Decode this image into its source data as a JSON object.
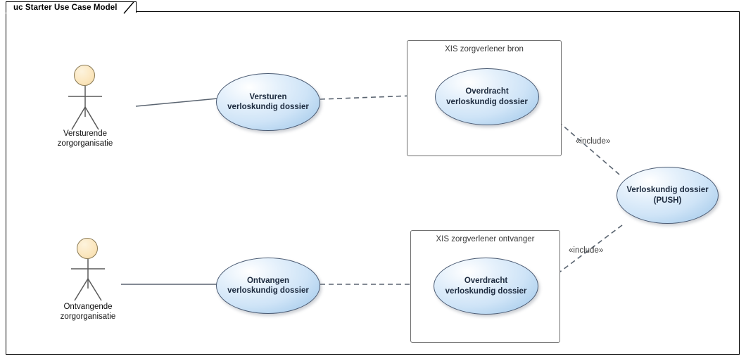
{
  "diagram": {
    "frame_title": "uc Starter Use Case Model",
    "frame_kind": "uc",
    "background_color": "#ffffff",
    "frame_border_color": "#000000"
  },
  "colors": {
    "usecase_fill_light": "#e4f0fb",
    "usecase_fill_deep": "#9cc4e7",
    "usecase_border": "#4a5a72",
    "actor_head_fill": "#fbe6bd",
    "actor_head_border": "#8a7a55",
    "boundary_border": "#6f6f6f",
    "connector": "#555f6b",
    "text": "#1d2b3f"
  },
  "actors": [
    {
      "id": "actor-versturende",
      "label": "Versturende\nzorgorganisatie",
      "name": "actor-versturende-zorgorganisatie"
    },
    {
      "id": "actor-ontvangende",
      "label": "Ontvangende\nzorgorganisatie",
      "name": "actor-ontvangende-zorgorganisatie"
    }
  ],
  "boundaries": [
    {
      "id": "boundary-bron",
      "label": "XIS zorgverlener bron"
    },
    {
      "id": "boundary-ontvanger",
      "label": "XIS zorgverlener ontvanger"
    }
  ],
  "use_cases": [
    {
      "id": "uc-versturen",
      "label": "Versturen\nverloskundig dossier"
    },
    {
      "id": "uc-overdracht-bron",
      "label": "Overdracht\nverloskundig dossier"
    },
    {
      "id": "uc-ontvangen",
      "label": "Ontvangen\nverloskundig dossier"
    },
    {
      "id": "uc-overdracht-ontvanger",
      "label": "Overdracht\nverloskundig dossier"
    },
    {
      "id": "uc-push",
      "label": "Verloskundig dossier\n(PUSH)"
    }
  ],
  "connectors": [
    {
      "id": "assoc-versturende",
      "type": "association",
      "style": "solid",
      "from": "actor-versturende",
      "to": "uc-versturen",
      "label": ""
    },
    {
      "id": "dep-versturen-overdracht",
      "type": "dependency",
      "style": "dashed",
      "arrow": "open",
      "from": "uc-versturen",
      "to": "uc-overdracht-bron",
      "label": ""
    },
    {
      "id": "include-push-bron",
      "type": "include",
      "style": "dashed",
      "arrow": "open",
      "from": "uc-push",
      "to": "uc-overdracht-bron",
      "label": "«include»"
    },
    {
      "id": "assoc-ontvangende",
      "type": "association",
      "style": "solid",
      "from": "actor-ontvangende",
      "to": "uc-ontvangen",
      "label": ""
    },
    {
      "id": "dep-ontvangen-overdracht",
      "type": "dependency",
      "style": "dashed",
      "arrow": "open",
      "from": "uc-ontvangen",
      "to": "uc-overdracht-ontvanger",
      "label": ""
    },
    {
      "id": "include-push-ontvanger",
      "type": "include",
      "style": "dashed",
      "arrow": "open",
      "from": "uc-push",
      "to": "uc-overdracht-ontvanger",
      "label": "«include»"
    }
  ],
  "stereotypes": {
    "include_top": "«include»",
    "include_bottom": "«include»"
  }
}
